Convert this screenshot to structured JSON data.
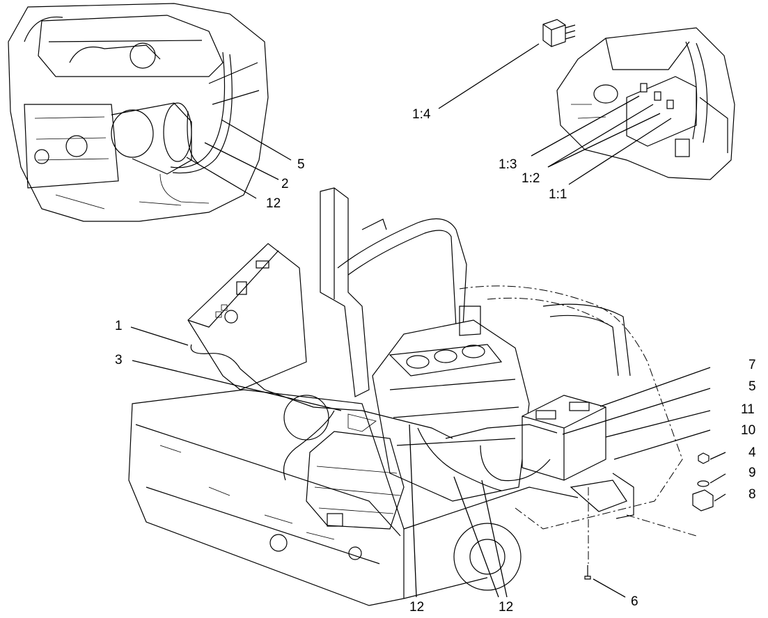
{
  "diagram": {
    "callouts": {
      "c1": "1",
      "c2": "2",
      "c3": "3",
      "c4": "4",
      "c5_inset": "5",
      "c5_main": "5",
      "c6": "6",
      "c7": "7",
      "c8": "8",
      "c9": "9",
      "c10": "10",
      "c11": "11",
      "c12_inset": "12",
      "c12_bottom_left": "12",
      "c12_bottom_right": "12",
      "c1_1": "1:1",
      "c1_2": "1:2",
      "c1_3": "1:3",
      "c1_4": "1:4"
    }
  }
}
